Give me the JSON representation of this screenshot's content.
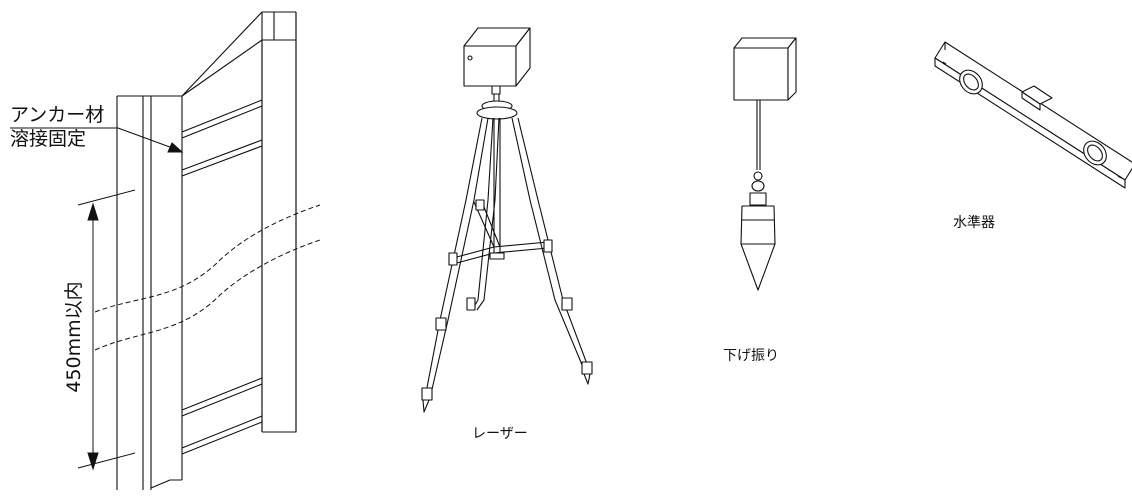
{
  "anchor": {
    "line1": "アンカー材",
    "line2": "溶接固定",
    "dimension": "450mm以内"
  },
  "tools": {
    "laser": "レーザー",
    "plumb_bob": "下げ振り",
    "spirit_level": "水準器"
  },
  "colors": {
    "line": "#111111",
    "background": "#ffffff"
  }
}
